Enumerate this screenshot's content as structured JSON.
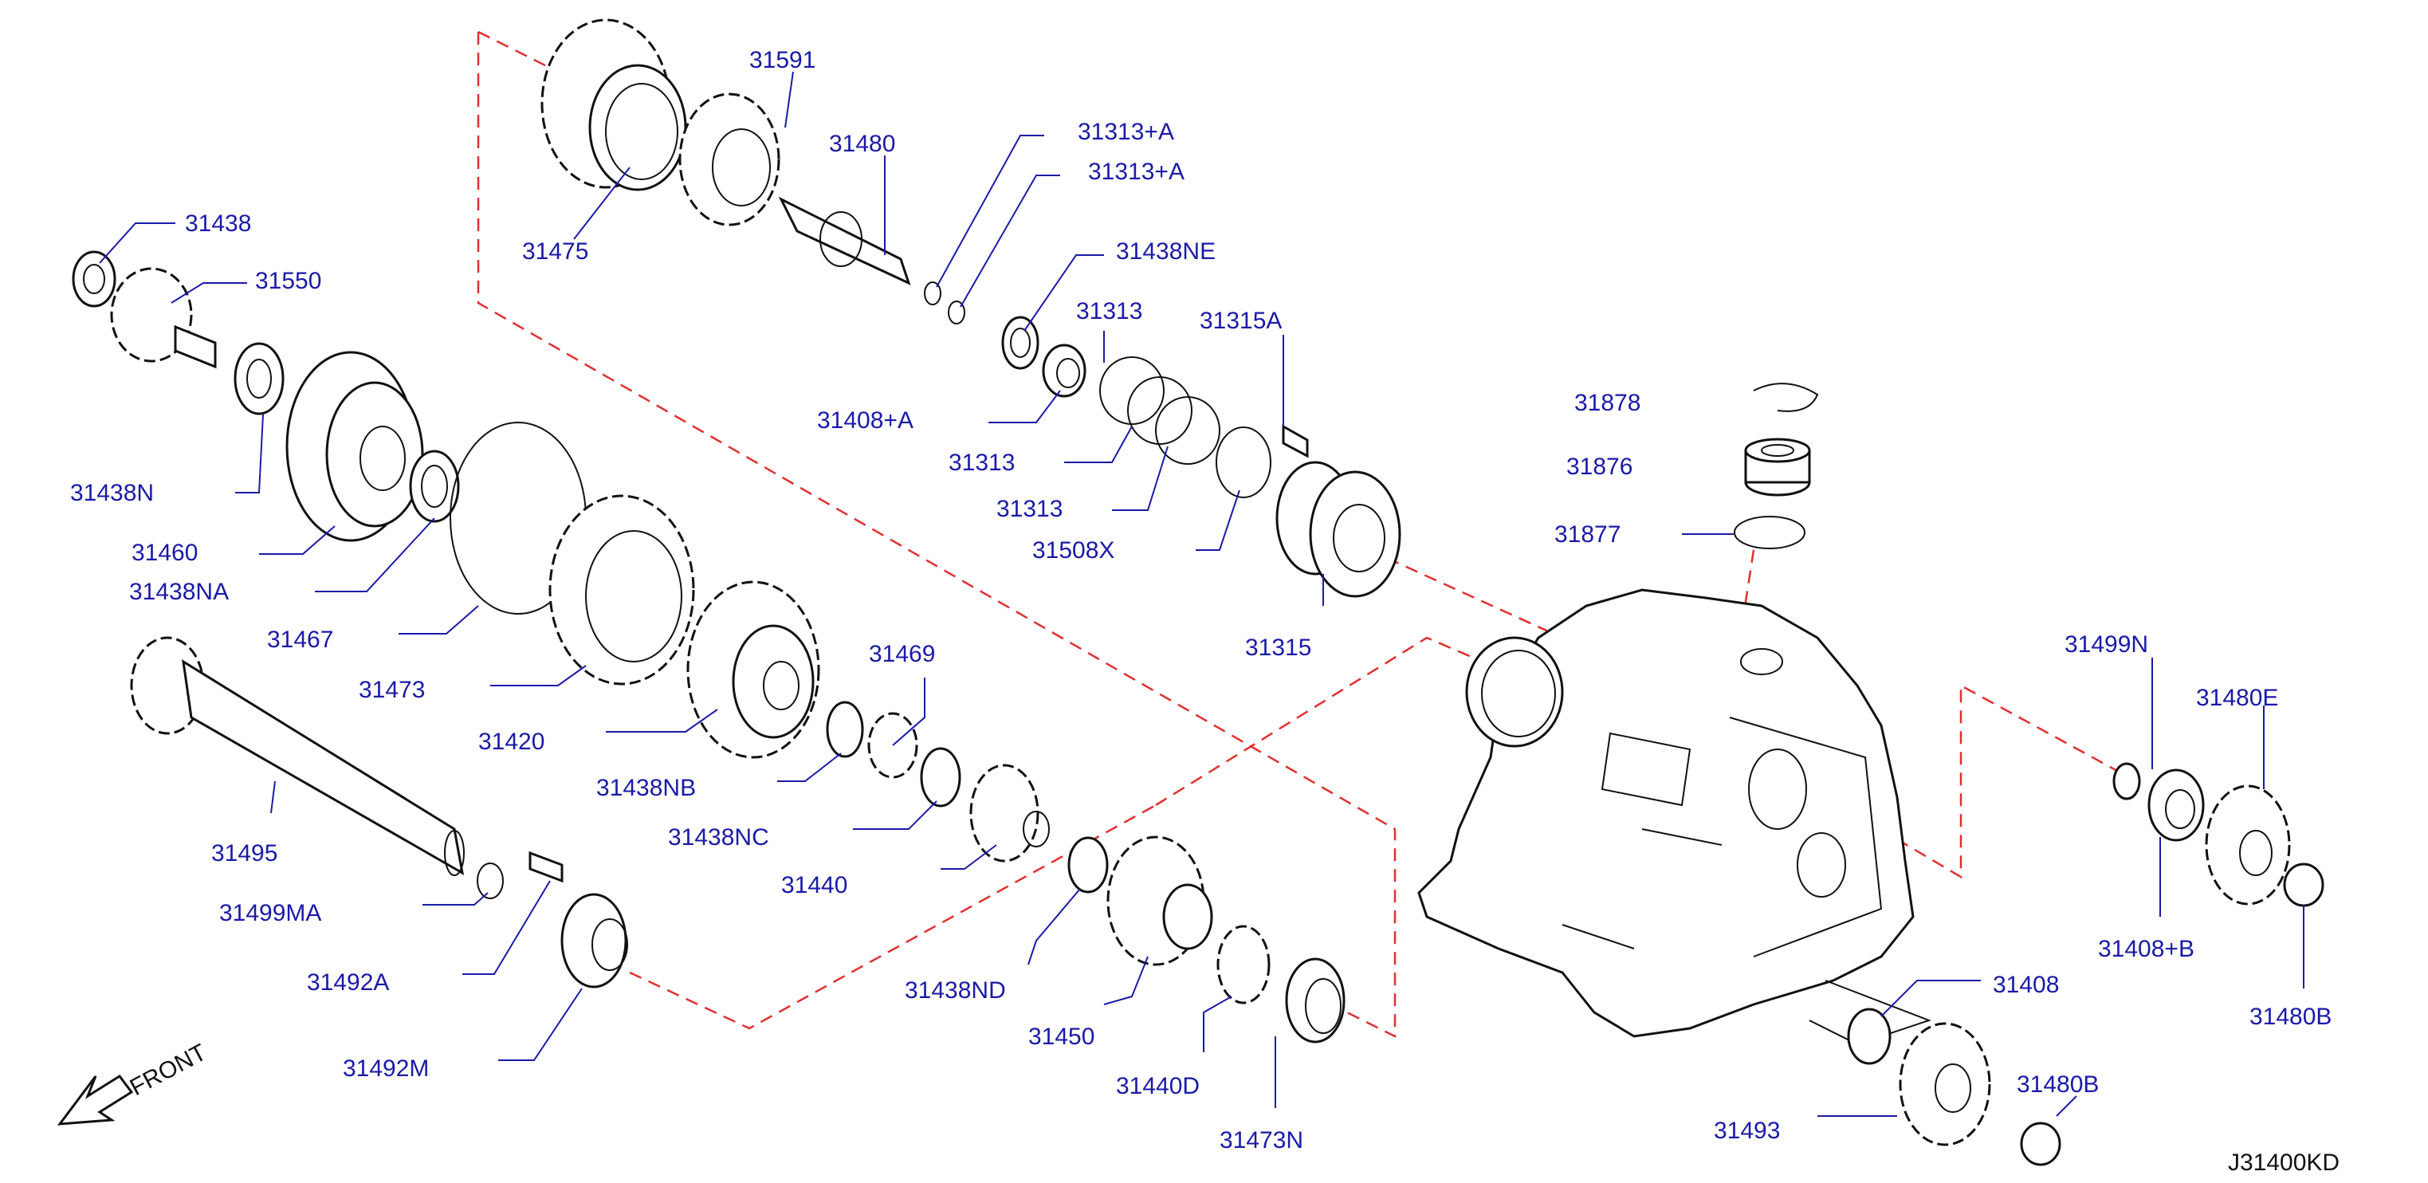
{
  "diagram": {
    "code": "J31400KD",
    "front_label": "FRONT",
    "parts": [
      "31591",
      "31480",
      "31313+A",
      "31313+A",
      "31475",
      "31438",
      "31550",
      "31438NE",
      "31313",
      "31315A",
      "31408+A",
      "31878",
      "31313",
      "31876",
      "31313",
      "31438N",
      "31877",
      "31508X",
      "31460",
      "31438NA",
      "31315",
      "31467",
      "31499N",
      "31469",
      "31473",
      "31480E",
      "31420",
      "31438NB",
      "31495",
      "31438NC",
      "31440",
      "31408+B",
      "31499MA",
      "31492A",
      "31438ND",
      "31480B",
      "31408",
      "31450",
      "31492M",
      "31480B",
      "31440D",
      "31493",
      "31473N"
    ]
  }
}
